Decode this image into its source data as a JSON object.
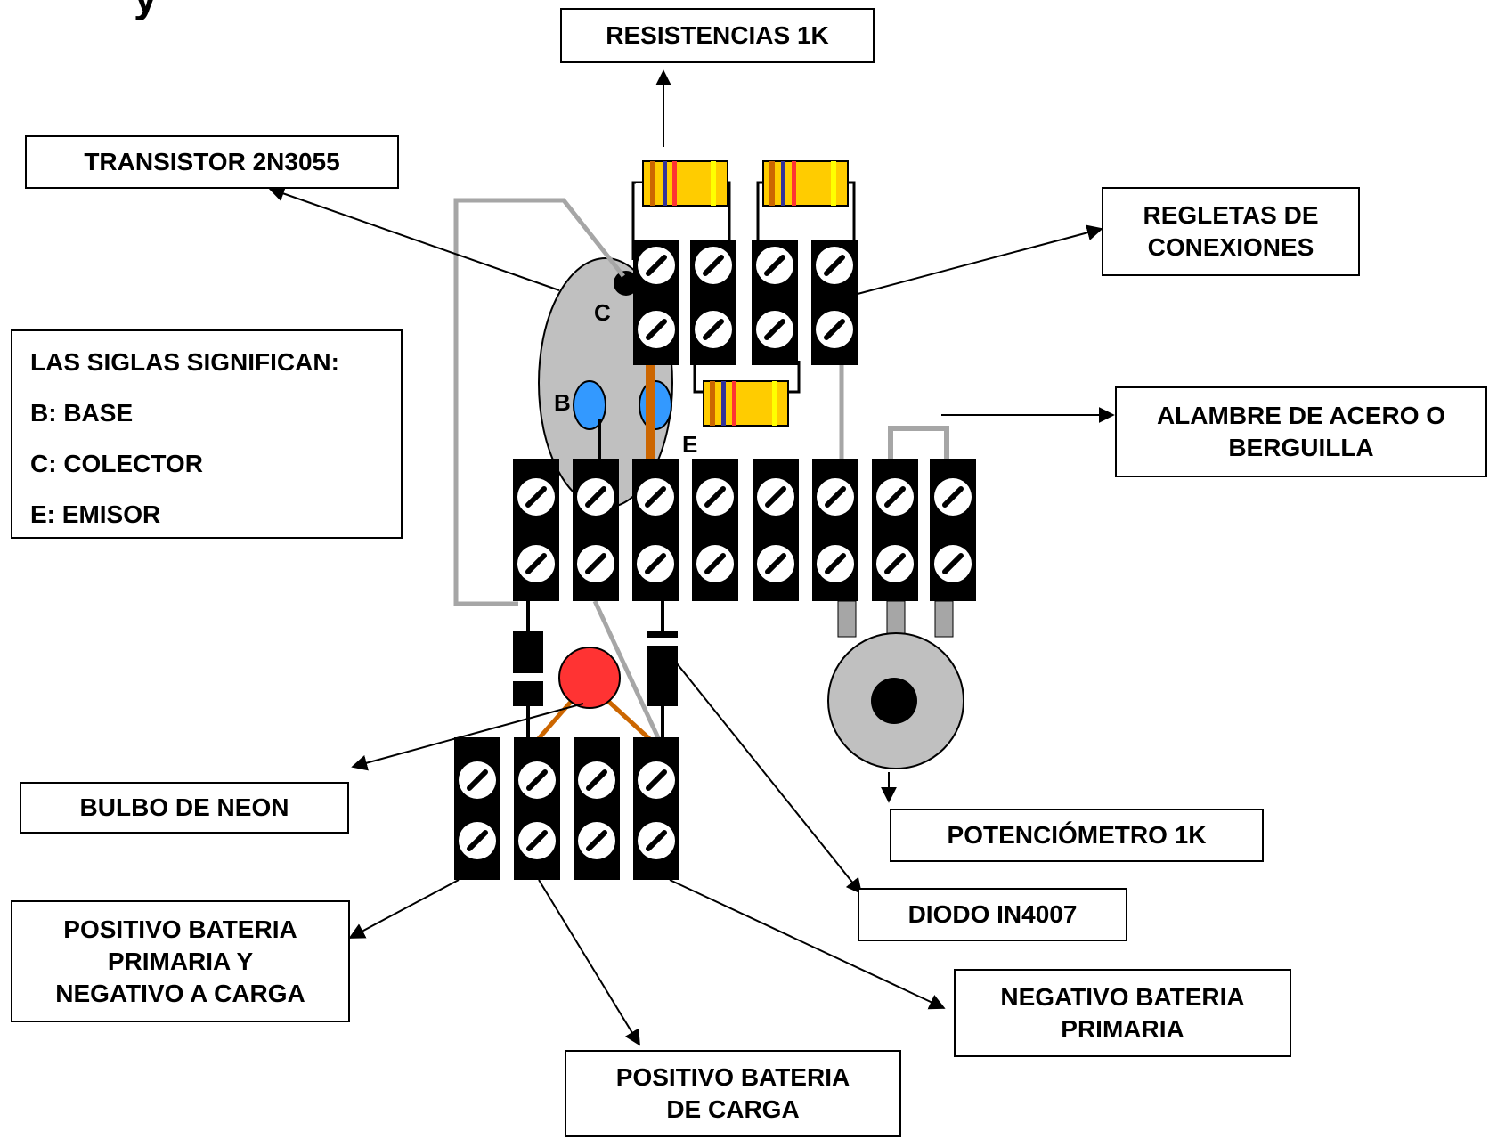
{
  "labels": {
    "resistencias": "RESISTENCIAS  1K",
    "transistor": "TRANSISTOR 2N3055",
    "regletas": [
      "REGLETAS DE",
      "CONEXIONES"
    ],
    "alambre": [
      "ALAMBRE DE ACERO O",
      "BERGUILLA"
    ],
    "bulbo": "BULBO DE NEON",
    "potenciometro": "POTENCIÓMETRO 1K",
    "diodo": "DIODO IN4007",
    "positivo_primaria": [
      "POSITIVO BATERIA",
      "PRIMARIA Y",
      "NEGATIVO A CARGA"
    ],
    "negativo_primaria": [
      "NEGATIVO BATERIA",
      "PRIMARIA"
    ],
    "positivo_carga": [
      "POSITIVO BATERIA",
      "DE CARGA"
    ]
  },
  "legend": {
    "title": "LAS SIGLAS SIGNIFICAN:",
    "items": [
      "B: BASE",
      "C: COLECTOR",
      "E: EMISOR"
    ]
  },
  "pins": {
    "base": "B",
    "collector": "C",
    "emitter": "E"
  },
  "colors": {
    "terminal_block": "#000000",
    "screw": "#ffffff",
    "transistor_body": "#c0c0c0",
    "transistor_pins": "#3399ff",
    "resistor_body": "#ffcc00",
    "wire_gray": "#a6a6a6",
    "wire_copper": "#cc6600",
    "neon_bulb": "#ff3333",
    "pot_body": "#c0c0c0"
  }
}
